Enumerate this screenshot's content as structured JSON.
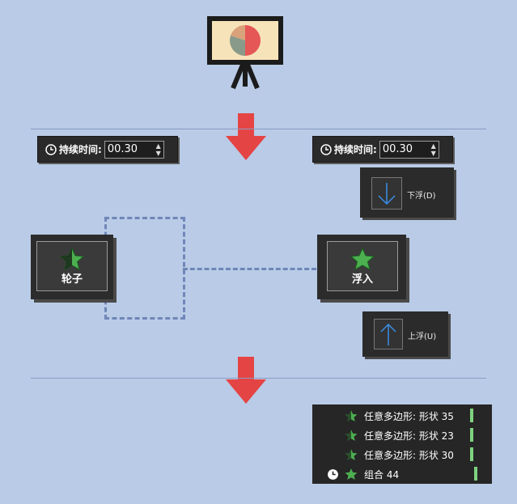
{
  "duration_panels": [
    {
      "label": "持续时间:",
      "value": "00.30"
    },
    {
      "label": "持续时间:",
      "value": "00.30"
    }
  ],
  "effects": {
    "wheel": {
      "label": "轮子",
      "icon": "star-icon"
    },
    "float_in": {
      "label": "浮入",
      "icon": "star-icon"
    }
  },
  "float_options": {
    "down": {
      "label": "下浮(D)",
      "icon": "arrow-down-icon"
    },
    "up": {
      "label": "上浮(U)",
      "icon": "arrow-up-icon"
    }
  },
  "animation_list": [
    {
      "label": "任意多边形: 形状 35",
      "has_clock": false
    },
    {
      "label": "任意多边形: 形状 23",
      "has_clock": false
    },
    {
      "label": "任意多边形: 形状 30",
      "has_clock": false
    },
    {
      "label": "组合 44",
      "has_clock": true
    }
  ],
  "colors": {
    "background": "#b9cbe6",
    "arrow": "#e54444",
    "star": "#4caf50",
    "timeline_bar": "#7ed27e"
  }
}
